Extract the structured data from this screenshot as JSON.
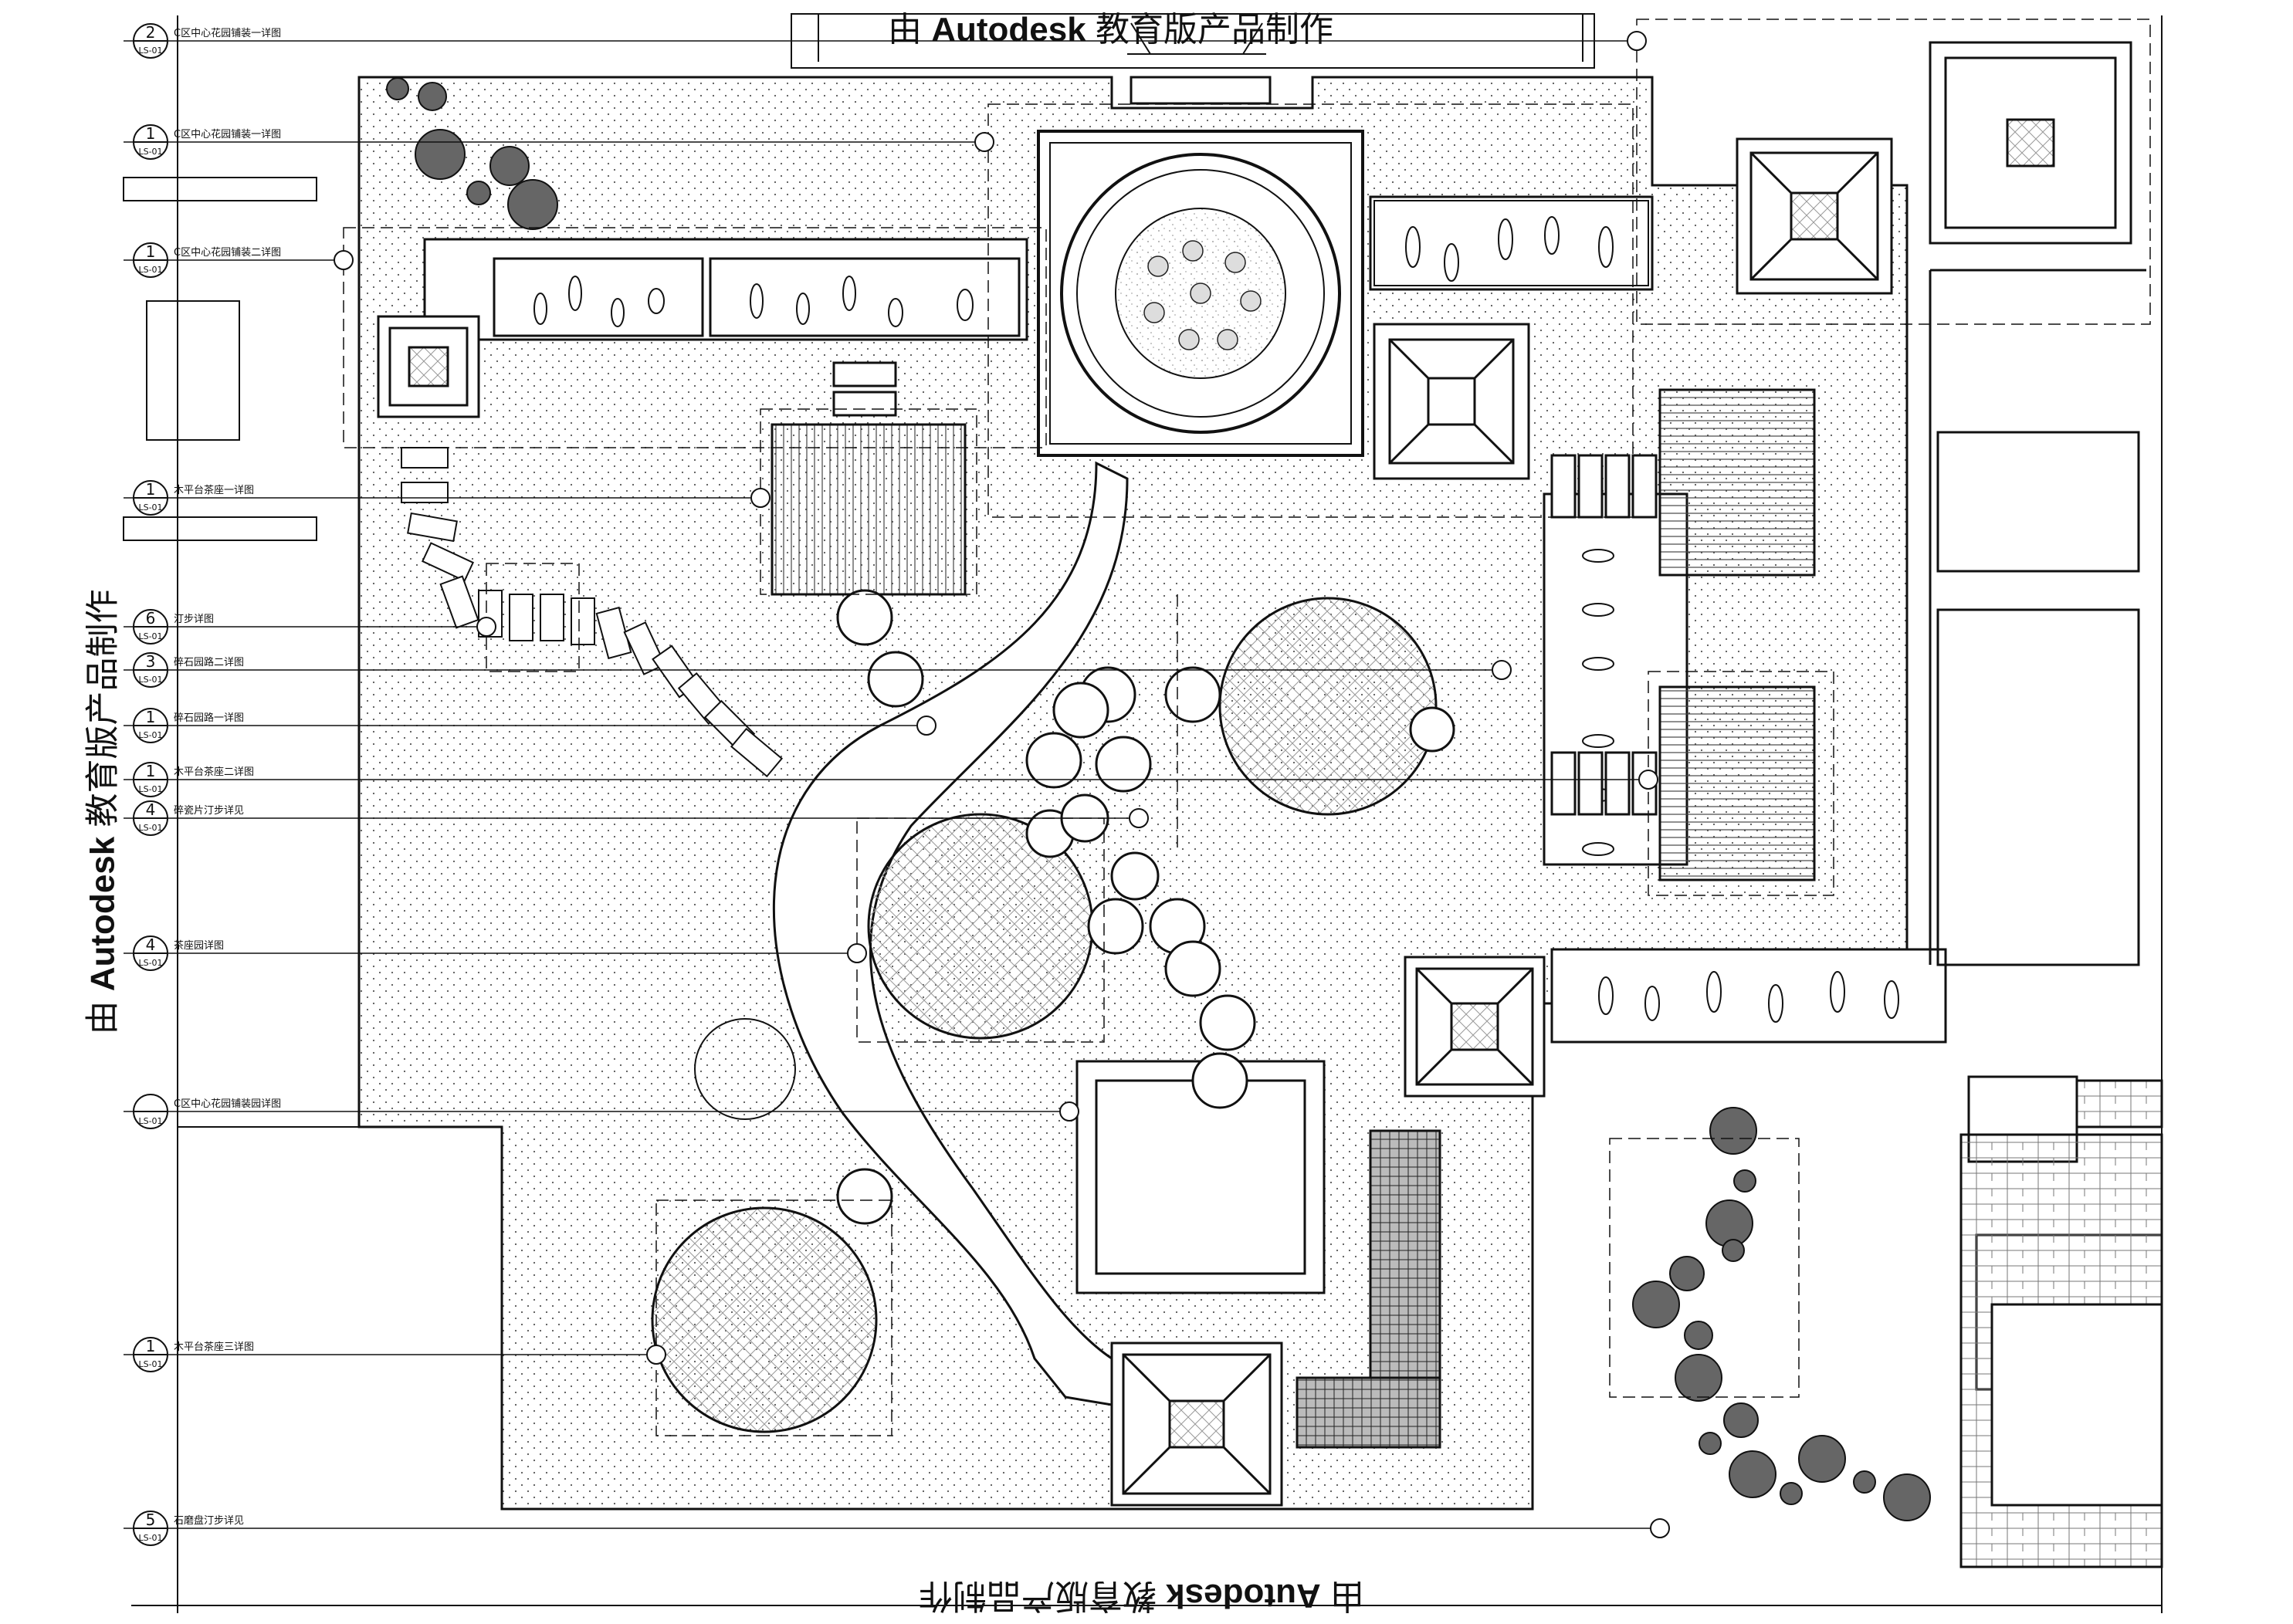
{
  "watermark": {
    "prefix": "由 ",
    "brand": "Autodesk",
    "suffix": " 教育版产品制作"
  },
  "callouts": [
    {
      "num": "2",
      "sub": "LS-01",
      "label": "C区中心花园铺装一详图"
    },
    {
      "num": "1",
      "sub": "LS-01",
      "label": "C区中心花园铺装一详图"
    },
    {
      "num": "1",
      "sub": "LS-01",
      "label": "C区中心花园铺装二详图"
    },
    {
      "num": "1",
      "sub": "LS-01",
      "label": "木平台茶座一详图"
    },
    {
      "num": "6",
      "sub": "LS-01",
      "label": "汀步详图"
    },
    {
      "num": "3",
      "sub": "LS-01",
      "label": "碎石园路二详图"
    },
    {
      "num": "1",
      "sub": "LS-01",
      "label": "碎石园路一详图"
    },
    {
      "num": "1",
      "sub": "LS-01",
      "label": "木平台茶座二详图"
    },
    {
      "num": "4",
      "sub": "LS-01",
      "label": "碎瓷片汀步详见"
    },
    {
      "num": "4",
      "sub": "LS-01",
      "label": "茶座园详图"
    },
    {
      "num": "",
      "sub": "LS-01",
      "label": "C区中心花园铺装园详图"
    },
    {
      "num": "1",
      "sub": "LS-01",
      "label": "木平台茶座三详图"
    },
    {
      "num": "5",
      "sub": "LS-01",
      "label": "石磨盘汀步详见"
    }
  ],
  "colors": {
    "line": "#111111",
    "hatch": "#777777",
    "tree": "#333333"
  }
}
